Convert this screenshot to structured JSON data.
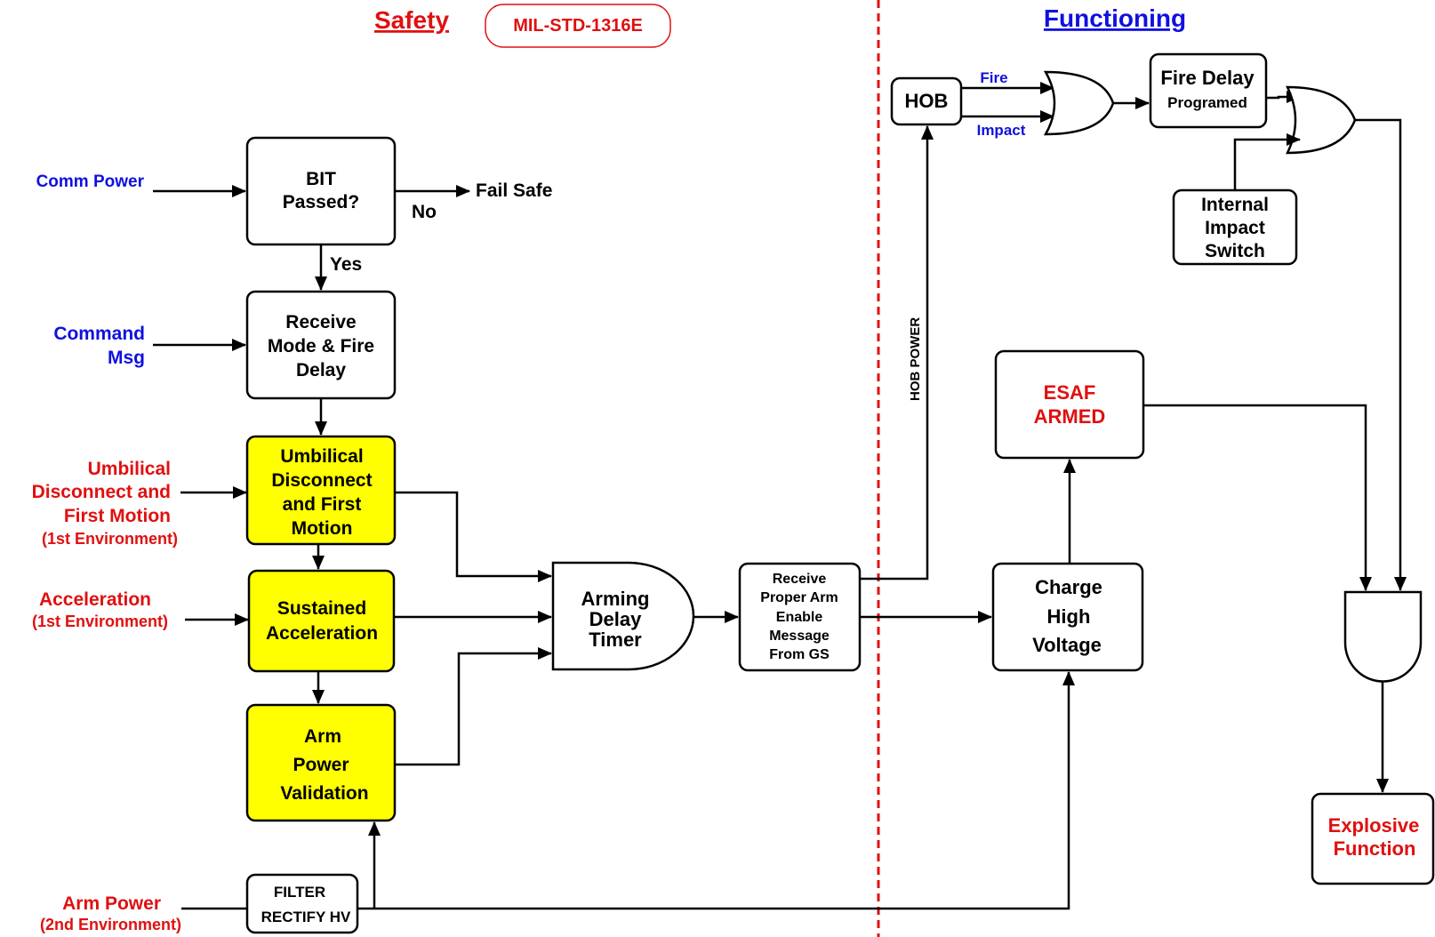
{
  "headers": {
    "safety": "Safety",
    "standard": "MIL-STD-1316E",
    "functioning": "Functioning"
  },
  "inputs": {
    "comm_power": "Comm Power",
    "command_msg": [
      "Command",
      "Msg"
    ],
    "umbilical": [
      "Umbilical",
      "Disconnect and",
      "First Motion",
      "(1st Environment)"
    ],
    "acceleration": [
      "Acceleration",
      "(1st Environment)"
    ],
    "arm_power": [
      "Arm Power",
      "(2nd Environment)"
    ]
  },
  "blocks": {
    "bit": [
      "BIT",
      "Passed?"
    ],
    "fail_safe": "Fail Safe",
    "no_label": "No",
    "yes_label": "Yes",
    "receive_mode": [
      "Receive",
      "Mode & Fire",
      "Delay"
    ],
    "umbilical_block": [
      "Umbilical",
      "Disconnect",
      "and First",
      "Motion"
    ],
    "sustained": [
      "Sustained",
      "Acceleration"
    ],
    "arm_power_val": [
      "Arm",
      "Power",
      "Validation"
    ],
    "filter": [
      "FILTER",
      "RECTIFY HV"
    ],
    "arming_timer": [
      "Arming",
      "Delay",
      "Timer"
    ],
    "receive_arm": [
      "Receive",
      "Proper Arm",
      "Enable",
      "Message",
      "From GS"
    ],
    "hob_power": "HOB POWER",
    "hob": "HOB",
    "fire": "Fire",
    "impact": "Impact",
    "fire_delay": [
      "Fire Delay",
      "Programed"
    ],
    "internal_switch": [
      "Internal",
      "Impact",
      "Switch"
    ],
    "esaf": [
      "ESAF",
      "ARMED"
    ],
    "charge": [
      "Charge",
      "High",
      "Voltage"
    ],
    "explosive": [
      "Explosive",
      "Function"
    ]
  },
  "colors": {
    "safety_red": "#e01010",
    "input_blue": "#1010e0",
    "highlight_yellow": "#ffff00",
    "divider_red": "#e01010"
  }
}
